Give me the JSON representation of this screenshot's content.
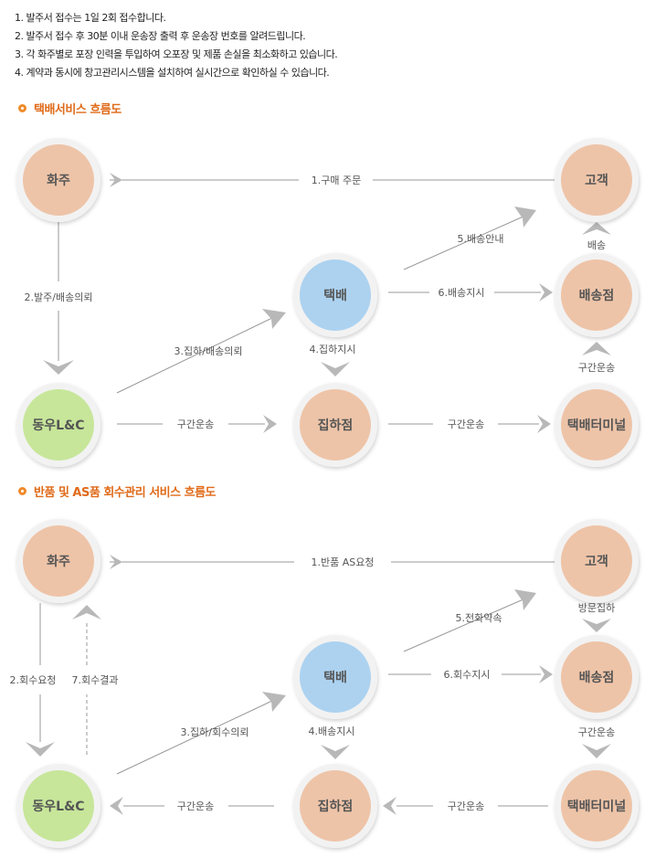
{
  "notes": [
    "1. 발주서 접수는 1일 2회 접수합니다.",
    "2. 발주서 접수 후 30분 이내 운송장 출력 후 운송장 번호를 알려드립니다.",
    "3. 각 화주별로 포장 인력을 투입하여 오포장 및 제품 손실을 최소화하고 있습니다.",
    "4. 계약과 동시에 창고관리시스템을 설치하여 실시간으로 확인하실 수 있습니다."
  ],
  "section1": {
    "title": "택배서비스 흐름도",
    "nodes": {
      "shipper": "화주",
      "customer": "고객",
      "courier": "택배",
      "delivery_point": "배송점",
      "logistics": "동우L&C",
      "pickup_point": "집하점",
      "terminal": "택배터미널"
    },
    "labels": {
      "order": "1.구매 주문",
      "request": "2.발주/배송의뢰",
      "pickup_request": "3.집하/배송의뢰",
      "pickup_instruct": "4.집하지시",
      "notice": "5.배송안내",
      "delivery_instruct": "6.배송지시",
      "deliver": "배송",
      "transport_a": "구간운송",
      "transport_b": "구간운송",
      "transport_c": "구간운송"
    }
  },
  "section2": {
    "title": "반품 및 AS품 회수관리 서비스 흐름도",
    "nodes": {
      "shipper": "화주",
      "customer": "고객",
      "courier": "택배",
      "delivery_point": "배송점",
      "logistics": "동우L&C",
      "pickup_point": "집하점",
      "terminal": "택배터미널"
    },
    "labels": {
      "return_request": "1.반품 AS요청",
      "collect_request": "2.회수요청",
      "pickup_collect": "3.집하/회수의뢰",
      "delivery_instruct": "4.배송지시",
      "appointment": "5.전화약속",
      "collect_instruct": "6.회수지시",
      "collect_result": "7.회수결과",
      "visit_pickup": "방문집하",
      "transport_a": "구간운송",
      "transport_b": "구간운송",
      "transport_c": "구간운송"
    }
  },
  "colors": {
    "peach": "#eec4a8",
    "blue": "#acd2f0",
    "green": "#c7e69a",
    "ring": "#f2f2f2",
    "line": "#999999",
    "arrow": "#b8b8b8",
    "title": "#e06b1a"
  }
}
